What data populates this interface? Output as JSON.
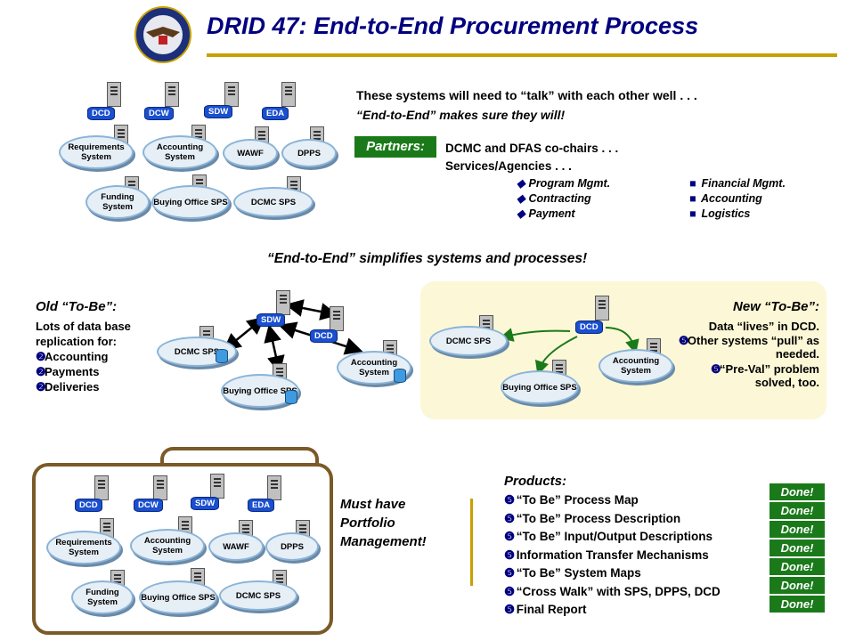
{
  "header": {
    "title": "DRID 47:  End-to-End Procurement Process"
  },
  "intro": {
    "line1": "These systems will need to “talk” with each other well . . .",
    "line2": "“End-to-End” makes sure they will!"
  },
  "partners": {
    "label": "Partners:",
    "line1": "DCMC and DFAS co-chairs . . .",
    "line2": "Services/Agencies . . .",
    "col1": [
      "Program Mgmt.",
      "Contracting",
      "Payment"
    ],
    "col2": [
      "Financial Mgmt.",
      "Accounting",
      "Logistics"
    ]
  },
  "systems_top": {
    "tags": [
      "DCD",
      "DCW",
      "SDW",
      "EDA"
    ],
    "nodes": [
      "Requirements System",
      "Accounting System",
      "WAWF",
      "DPPS",
      "Funding System",
      "Buying Office SPS",
      "DCMC SPS"
    ]
  },
  "simplify": "“End-to-End” simplifies systems and processes!",
  "old": {
    "title": "Old “To-Be”:",
    "lines": [
      "Lots of data base",
      "replication for:"
    ],
    "items": [
      "Accounting",
      "Payments",
      "Deliveries"
    ],
    "nodes": [
      "DCMC SPS",
      "Buying Office SPS",
      "Accounting System"
    ],
    "tags": [
      "SDW",
      "DCD"
    ]
  },
  "new": {
    "title": "New “To-Be”:",
    "line1": "Data “lives” in DCD.",
    "items": [
      "Other systems “pull” as needed.",
      "“Pre-Val” problem solved, too."
    ],
    "nodes": [
      "DCMC SPS",
      "Buying Office SPS",
      "Accounting System"
    ],
    "tag": "DCD"
  },
  "portfolio": {
    "text": [
      "Must have",
      "Portfolio",
      "Management!"
    ],
    "tags": [
      "DCD",
      "DCW",
      "SDW",
      "EDA"
    ],
    "nodes": [
      "Requirements System",
      "Accounting System",
      "WAWF",
      "DPPS",
      "Funding System",
      "Buying Office SPS",
      "DCMC SPS"
    ]
  },
  "products": {
    "title": "Products:",
    "items": [
      "“To Be” Process Map",
      "“To Be” Process Description",
      "“To Be” Input/Output Descriptions",
      "Information Transfer Mechanisms",
      "“To Be” System Maps",
      "“Cross Walk” with SPS, DPPS, DCD",
      "Final Report"
    ],
    "status": [
      "Done!",
      "Done!",
      "Done!",
      "Done!",
      "Done!",
      "Done!",
      "Done!"
    ]
  },
  "colors": {
    "title": "#000080",
    "accent": "#c8a000",
    "green": "#1a7a1a",
    "tag_blue": "#1a4fcf"
  }
}
